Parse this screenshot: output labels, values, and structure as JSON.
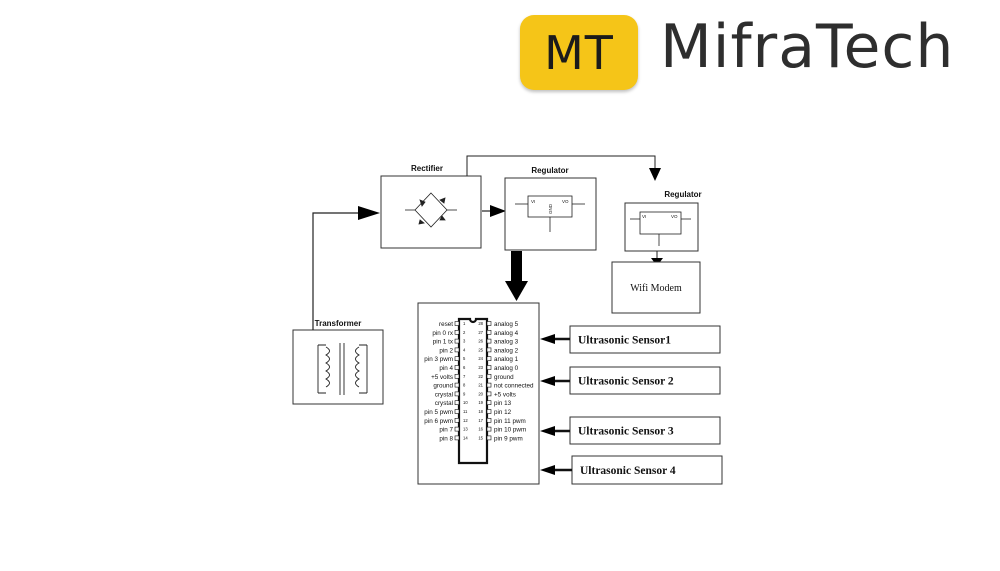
{
  "logo": {
    "badge": "MT",
    "name": "MifraTech",
    "badge_color": "#f5c518"
  },
  "diagram": {
    "rectifier_label": "Rectifier",
    "regulator1_label": "Regulator",
    "regulator2_label": "Regulator",
    "transformer_label": "Transformer",
    "wifi_modem_label": "Wifi Modem",
    "regulator_pins": {
      "vi": "VI",
      "vo": "VO",
      "gnd": "GND"
    },
    "sensors": [
      "Ultrasonic Sensor1",
      "Ultrasonic Sensor 2",
      "Ultrasonic Sensor 3",
      "Ultrasonic Sensor 4"
    ],
    "mcu_left_pins": [
      {
        "name": "reset",
        "num": "1"
      },
      {
        "name": "pin 0 rx",
        "num": "2"
      },
      {
        "name": "pin 1 tx",
        "num": "3"
      },
      {
        "name": "pin 2",
        "num": "4"
      },
      {
        "name": "pin 3 pwm",
        "num": "5"
      },
      {
        "name": "pin 4",
        "num": "6"
      },
      {
        "name": "+5 volts",
        "num": "7"
      },
      {
        "name": "ground",
        "num": "8"
      },
      {
        "name": "crystal",
        "num": "9"
      },
      {
        "name": "crystal",
        "num": "10"
      },
      {
        "name": "pin 5 pwm",
        "num": "11"
      },
      {
        "name": "pin 6 pwm",
        "num": "12"
      },
      {
        "name": "pin 7",
        "num": "13"
      },
      {
        "name": "pin 8",
        "num": "14"
      }
    ],
    "mcu_right_pins": [
      {
        "name": "analog 5",
        "num": "28"
      },
      {
        "name": "analog 4",
        "num": "27"
      },
      {
        "name": "analog 3",
        "num": "26"
      },
      {
        "name": "analog 2",
        "num": "25"
      },
      {
        "name": "analog 1",
        "num": "24"
      },
      {
        "name": "analog 0",
        "num": "23"
      },
      {
        "name": "ground",
        "num": "22"
      },
      {
        "name": "not connected",
        "num": "21"
      },
      {
        "name": "+5 volts",
        "num": "20"
      },
      {
        "name": "pin 13",
        "num": "19"
      },
      {
        "name": "pin 12",
        "num": "18"
      },
      {
        "name": "pin 11 pwm",
        "num": "17"
      },
      {
        "name": "pin 10 pwm",
        "num": "16"
      },
      {
        "name": "pin 9 pwm",
        "num": "15"
      }
    ]
  }
}
